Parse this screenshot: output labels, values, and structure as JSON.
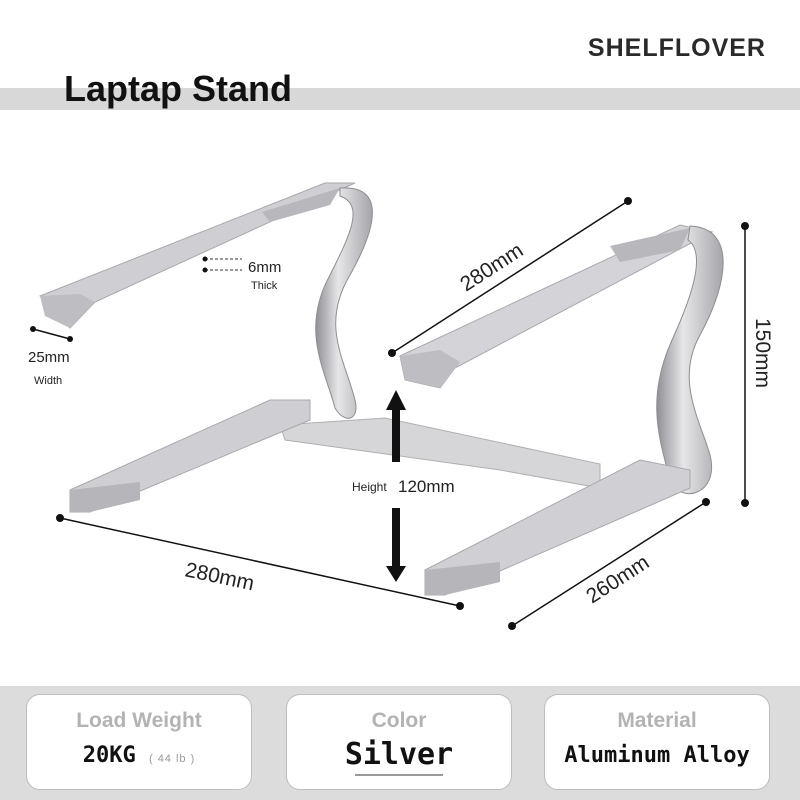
{
  "brand": "SHELFLOVER",
  "title": "Laptap Stand",
  "dimensions": {
    "thickness_value": "6mm",
    "thickness_label": "Thick",
    "width_value": "25mm",
    "width_label": "Width",
    "top_length": "280mm",
    "total_height": "150mm",
    "inner_height_label": "Height",
    "inner_height_value": "120mm",
    "base_length": "280mm",
    "base_depth": "260mm"
  },
  "specs": {
    "load": {
      "label": "Load Weight",
      "value": "20KG",
      "sub": "( 44 lb )"
    },
    "color": {
      "label": "Color",
      "value": "Silver"
    },
    "material": {
      "label": "Material",
      "value": "Aluminum Alloy"
    }
  },
  "colors": {
    "metal": "#c9c9cc",
    "metal_dark": "#9d9da2",
    "metal_light": "#e9e9eb",
    "panel": "#dcdcdc"
  }
}
